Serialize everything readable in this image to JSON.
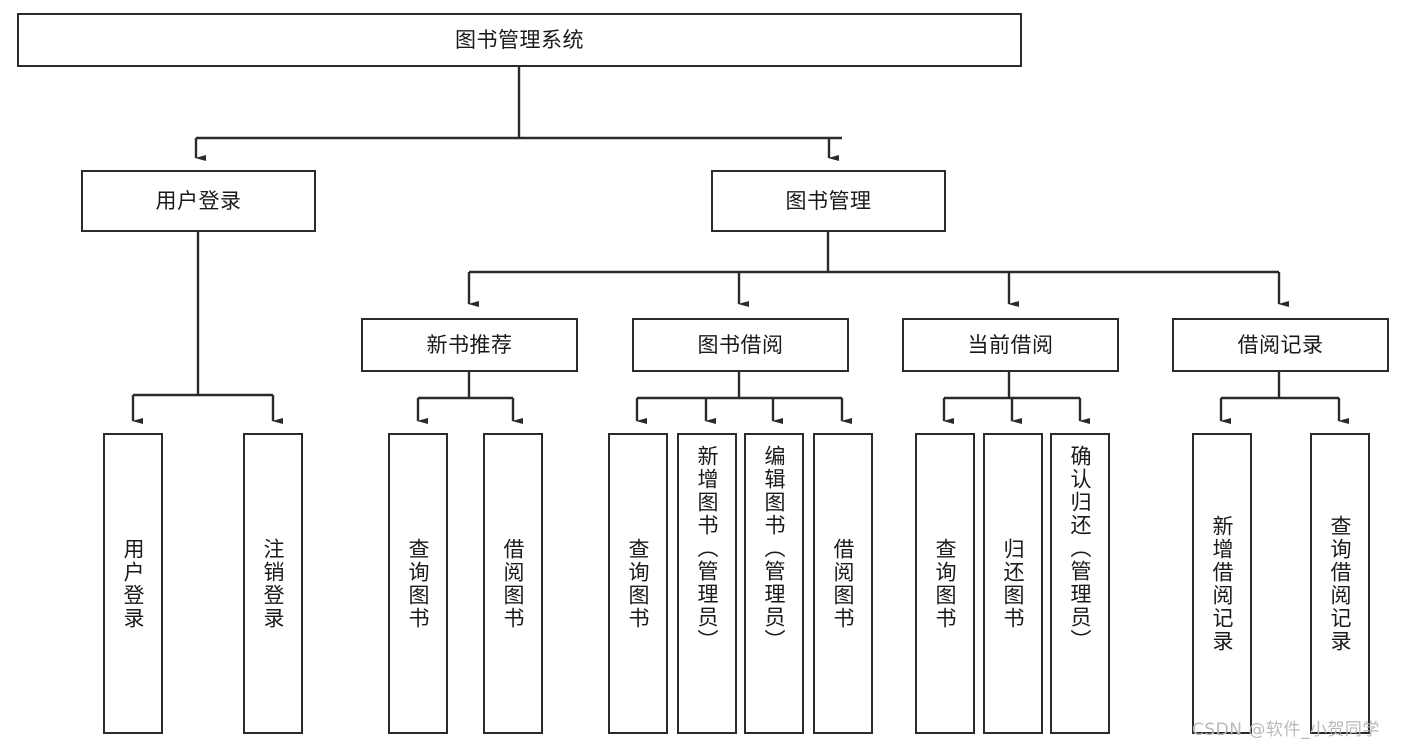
{
  "diagram": {
    "title": "图书管理系统",
    "type": "tree-hierarchy",
    "watermark": "CSDN @软件_小贺同学",
    "colors": {
      "box_border": "#2b2b2b",
      "box_fill": "#ffffff",
      "edge": "#2b2b2b",
      "text": "#1a1a1a",
      "watermark": "#b9b9b9",
      "background": "#ffffff"
    },
    "levels": {
      "root": {
        "label": "图书管理系统"
      },
      "level2": [
        {
          "label": "用户登录"
        },
        {
          "label": "图书管理"
        }
      ],
      "level3": [
        {
          "label": "新书推荐"
        },
        {
          "label": "图书借阅"
        },
        {
          "label": "当前借阅"
        },
        {
          "label": "借阅记录"
        }
      ],
      "leaves": {
        "user_login": [
          {
            "label": "用户登录"
          },
          {
            "label": "注销登录"
          }
        ],
        "new_book_recommend": [
          {
            "label": "查询图书"
          },
          {
            "label": "借阅图书"
          }
        ],
        "book_borrow": [
          {
            "label": "查询图书"
          },
          {
            "label": "新增图书（管理员）"
          },
          {
            "label": "编辑图书（管理员）"
          },
          {
            "label": "借阅图书"
          }
        ],
        "current_borrow": [
          {
            "label": "查询图书"
          },
          {
            "label": "归还图书"
          },
          {
            "label": "确认归还（管理员）"
          }
        ],
        "borrow_record": [
          {
            "label": "新增借阅记录"
          },
          {
            "label": "查询借阅记录"
          }
        ]
      }
    }
  }
}
